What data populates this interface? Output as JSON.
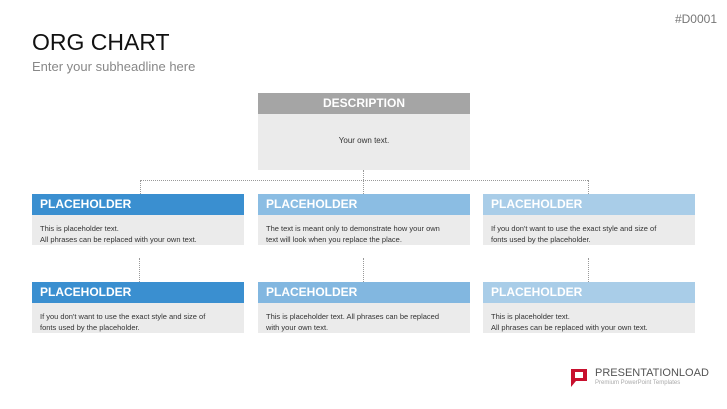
{
  "header": {
    "code": "#D0001",
    "title": "ORG CHART",
    "subtitle": "Enter your subheadline here"
  },
  "top": {
    "title": "DESCRIPTION",
    "text": "Your own text.",
    "color": "#a5a5a5"
  },
  "row1": [
    {
      "title": "PLACEHOLDER",
      "lines": [
        "This is placeholder text.",
        "All phrases can be replaced with your own text."
      ],
      "color": "#3a8fd0"
    },
    {
      "title": "PLACEHOLDER",
      "lines": [
        "The text is meant only to demonstrate how your own",
        "text will look when you replace the place."
      ],
      "color": "#8bbde3"
    },
    {
      "title": "PLACEHOLDER",
      "lines": [
        "If you don't want to use the exact style and size of",
        "fonts used by the placeholder."
      ],
      "color": "#a9cde8"
    }
  ],
  "row2": [
    {
      "title": "PLACEHOLDER",
      "lines": [
        "If you don't want to use the exact style and size of",
        "fonts used by the placeholder."
      ],
      "color": "#3a8fd0"
    },
    {
      "title": "PLACEHOLDER",
      "lines": [
        "This is placeholder text. All phrases can be replaced",
        "with your own text."
      ],
      "color": "#82b7e0"
    },
    {
      "title": "PLACEHOLDER",
      "lines": [
        "This is placeholder text.",
        "All phrases can be replaced with your own text."
      ],
      "color": "#a9cde8"
    }
  ],
  "logo": {
    "brand": "PRESENTATIONLOAD",
    "tagline": "Premium PowerPoint Templates",
    "color": "#c8102e"
  }
}
